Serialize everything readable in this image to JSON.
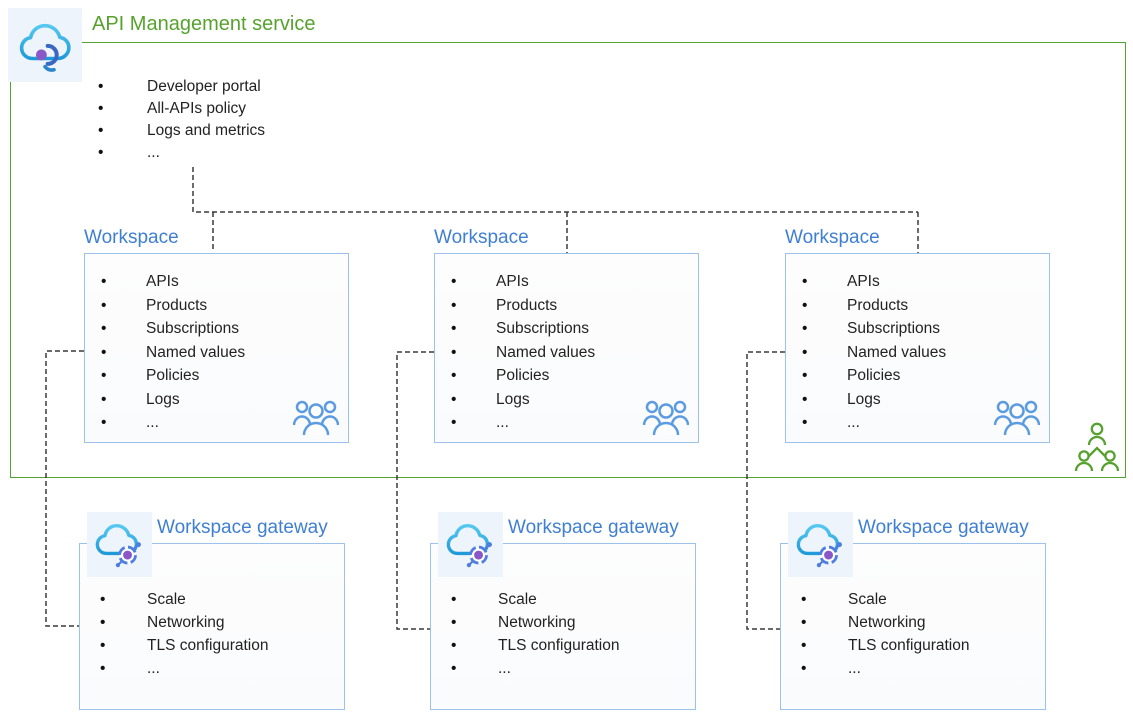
{
  "service": {
    "title": "API Management service",
    "features": [
      "Developer portal",
      "All-APIs policy",
      "Logs and metrics",
      "..."
    ]
  },
  "workspaces": [
    {
      "label": "Workspace",
      "features": [
        "APIs",
        "Products",
        "Subscriptions",
        "Named values",
        "Policies",
        "Logs",
        "..."
      ]
    },
    {
      "label": "Workspace",
      "features": [
        "APIs",
        "Products",
        "Subscriptions",
        "Named values",
        "Policies",
        "Logs",
        "..."
      ]
    },
    {
      "label": "Workspace",
      "features": [
        "APIs",
        "Products",
        "Subscriptions",
        "Named values",
        "Policies",
        "Logs",
        "..."
      ]
    }
  ],
  "gateways": [
    {
      "label": "Workspace gateway",
      "features": [
        "Scale",
        "Networking",
        "TLS configuration",
        "..."
      ]
    },
    {
      "label": "Workspace gateway",
      "features": [
        "Scale",
        "Networking",
        "TLS configuration",
        "..."
      ]
    },
    {
      "label": "Workspace gateway",
      "features": [
        "Scale",
        "Networking",
        "TLS configuration",
        "..."
      ]
    }
  ],
  "icons": {
    "service": "api-management-icon",
    "gateway": "workspace-gateway-icon",
    "workspace_members": "team-people-icon",
    "service_members": "org-people-icon"
  },
  "colors": {
    "green": "#57a22e",
    "blue-label": "#3f7fd2",
    "box-border": "#9cc2ec",
    "dash": "#3a3a3a",
    "text": "#222222",
    "people-blue": "#5b9be2",
    "purple": "#8a57c9"
  }
}
